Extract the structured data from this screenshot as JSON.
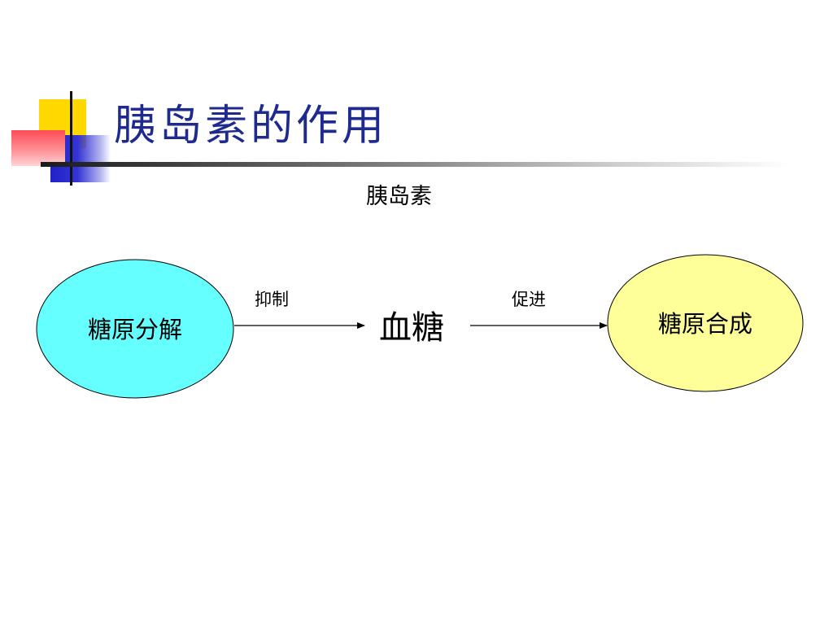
{
  "slide": {
    "title": "胰岛素的作用",
    "insulin_label": "胰岛素",
    "center_label": "血糖",
    "left_arrow_label": "抑制",
    "right_arrow_label": "促进",
    "left_node_label": "糖原分解",
    "right_node_label": "糖原合成"
  },
  "colors": {
    "title": "#1f2a8f",
    "left_node_fill": "#66ffff",
    "right_node_fill": "#ffff99",
    "accent_yellow": "#ffd800",
    "accent_blue": "#2020c8",
    "accent_red": "#ff4b55"
  }
}
